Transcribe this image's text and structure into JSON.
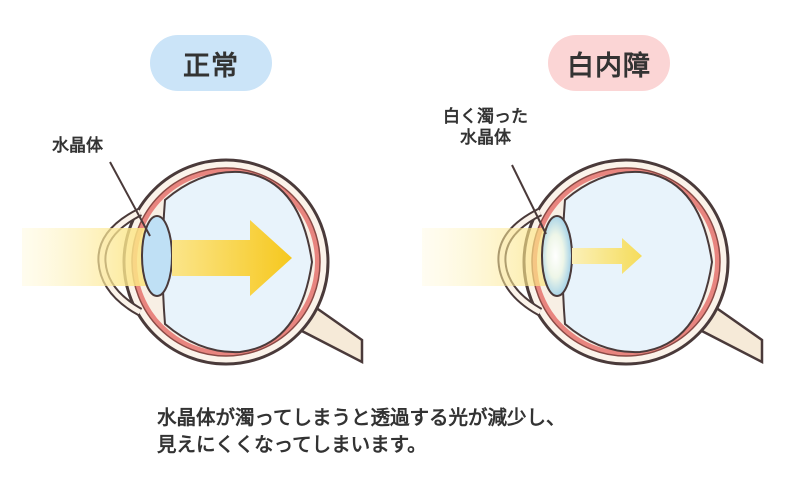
{
  "normal": {
    "title": "正常",
    "label": "水晶体",
    "color": "#cbe4f8"
  },
  "cataract": {
    "title": "白内障",
    "label_line1": "白く濁った",
    "label_line2": "水晶体",
    "color": "#fbd5d5"
  },
  "caption": {
    "line1": "水晶体が濁ってしまうと透過する光が減少し、",
    "line2": "見えにくくなってしまいます。"
  },
  "colors": {
    "sclera_outline": "#4a3a3a",
    "choroid": "#e8857f",
    "vitreous": "#e8f3fb",
    "lens": "#bfe0f5",
    "light": "#f7d23a"
  }
}
